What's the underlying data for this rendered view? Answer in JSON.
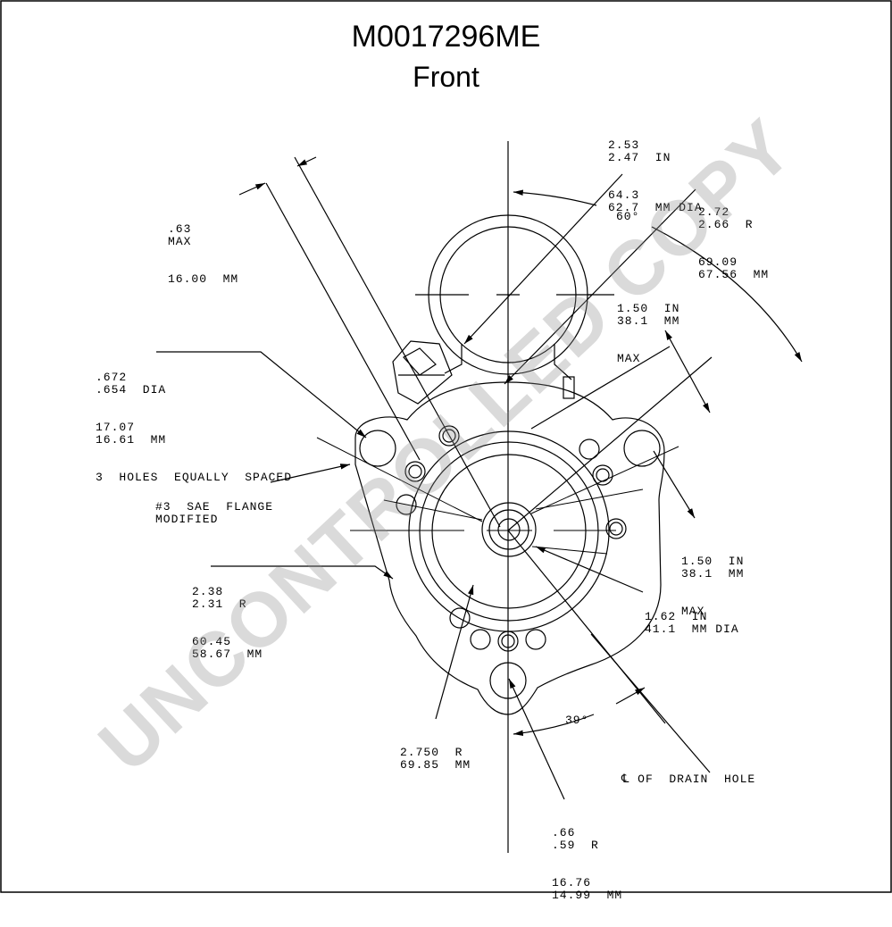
{
  "title": "M0017296ME",
  "subtitle": "Front",
  "watermark": "UNCONTROLLED COPY",
  "labels": {
    "dia_253": [
      "2.53",
      "2.47  IN",
      "64.3",
      "62.7  MM DIA"
    ],
    "r_272": [
      "2.72",
      "2.66  R",
      "69.09",
      "67.56  MM"
    ],
    "angle_60": "60°",
    "max_63": [
      ".63",
      "MAX",
      "16.00  MM"
    ],
    "max_150_top": [
      "1.50  IN",
      "38.1  MM",
      "MAX"
    ],
    "holes_672": [
      ".672",
      ".654  DIA",
      "17.07",
      "16.61  MM",
      "3  HOLES  EQUALLY  SPACED"
    ],
    "sae_flange": [
      "#3  SAE  FLANGE",
      "MODIFIED"
    ],
    "max_150_right": [
      "1.50  IN",
      "38.1  MM",
      "MAX"
    ],
    "r_238": [
      "2.38",
      "2.31  R",
      "60.45",
      "58.67  MM"
    ],
    "dia_162": [
      "1.62  IN",
      "41.1  MM DIA"
    ],
    "r_2750": [
      "2.750  R",
      "69.85  MM"
    ],
    "angle_39": "39°",
    "drain_hole": "℄ OF  DRAIN  HOLE",
    "r_66": [
      ".66",
      ".59  R",
      "16.76",
      "14.99  MM"
    ]
  }
}
